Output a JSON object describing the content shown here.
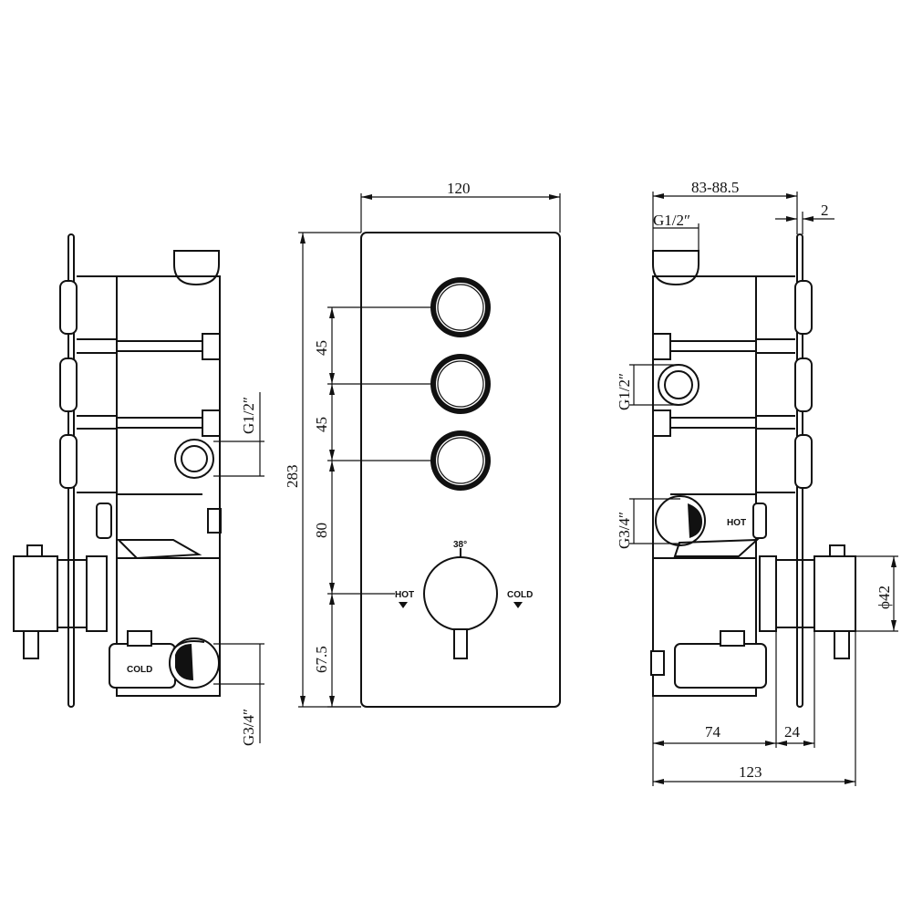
{
  "front_view": {
    "width": "120",
    "height": "283",
    "spacing_1": "45",
    "spacing_2": "45",
    "spacing_3": "80",
    "spacing_4": "67.5",
    "temp_mark": "38°",
    "hot_label": "HOT",
    "cold_label": "COLD"
  },
  "left_view": {
    "inlet_top": "G1/2″",
    "inlet_bottom": "G3/4″",
    "cold_label": "COLD"
  },
  "right_view": {
    "depth_range": "83-88.5",
    "plate_thickness": "2",
    "top_outlet": "G1/2″",
    "side_outlet": "G1/2″",
    "hot_inlet": "G3/4″",
    "hot_label": "HOT",
    "sleeve_diameter": "ϕ42",
    "body_depth": "74",
    "sleeve_depth": "24",
    "overall_depth": "123"
  },
  "colors": {
    "line": "#111111",
    "background": "#ffffff"
  }
}
